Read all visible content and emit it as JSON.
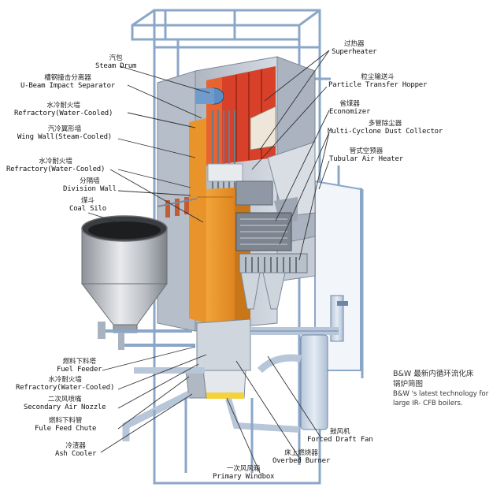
{
  "labels": {
    "steam_drum": {
      "zh": "汽包",
      "en": "Steam Drum"
    },
    "u_beam": {
      "zh": "槽钢撞击分离器",
      "en": "U-Beam Impact Separator"
    },
    "refractory_1": {
      "zh": "水冷耐火墙",
      "en": "Refractory(Water-Cooled)"
    },
    "wing_wall": {
      "zh": "汽冷翼形墙",
      "en": "Wing Wall(Steam-Cooled)"
    },
    "refractory_2": {
      "zh": "水冷耐火墙",
      "en": "Refractory(Water-Cooled)"
    },
    "division_wall": {
      "zh": "分隔墙",
      "en": "Division Wall"
    },
    "coal_silo": {
      "zh": "煤斗",
      "en": "Coal Silo"
    },
    "superheater": {
      "zh": "过热器",
      "en": "Superheater"
    },
    "particle_hopper": {
      "zh": "粒尘输送斗",
      "en": "Particle Transfer Hopper"
    },
    "economizer": {
      "zh": "省煤器",
      "en": "Economizer"
    },
    "dust_collector": {
      "zh": "多管除尘器",
      "en": "Multi-Cyclone Dust Collector"
    },
    "air_heater": {
      "zh": "管式空预器",
      "en": "Tubular Air Heater"
    },
    "fuel_feeder": {
      "zh": "燃料下料塔",
      "en": "Fuel Feeder"
    },
    "refractory_3": {
      "zh": "水冷耐火墙",
      "en": "Refractory(Water-Cooled)"
    },
    "secondary_air": {
      "zh": "二次风喷嘴",
      "en": "Secondary Air Nozzle"
    },
    "fuel_chute": {
      "zh": "燃料下料管",
      "en": "Fule Feed Chute"
    },
    "ash_cooler": {
      "zh": "冷渣器",
      "en": "Ash Cooler"
    },
    "forced_fan": {
      "zh": "鼓风机",
      "en": "Forced Draft Fan"
    },
    "overbed_burner": {
      "zh": "床上燃烧器",
      "en": "Overbed Burner"
    },
    "primary_windbox": {
      "zh": "一次风风箱",
      "en": "Primary Windbox"
    }
  },
  "note": {
    "zh_1": "B&W 最新内循环流化床",
    "zh_2": "锅炉简图",
    "en_1": "B&W 's  latest technology for",
    "en_2": "large IR- CFB boilers."
  },
  "colors": {
    "frame": "#8ba7c8",
    "frame_dark": "#5f7fa6",
    "casing": "#c7ced8",
    "casing_dark": "#98a2b0",
    "furnace_orange": "#e9942a",
    "furnace_red": "#d8402a",
    "bed_yellow": "#f4d23c",
    "silo_light": "#dfe2e6",
    "silo_dark": "#8c9097",
    "duct": "#c9d6e4",
    "leader": "#333333"
  }
}
